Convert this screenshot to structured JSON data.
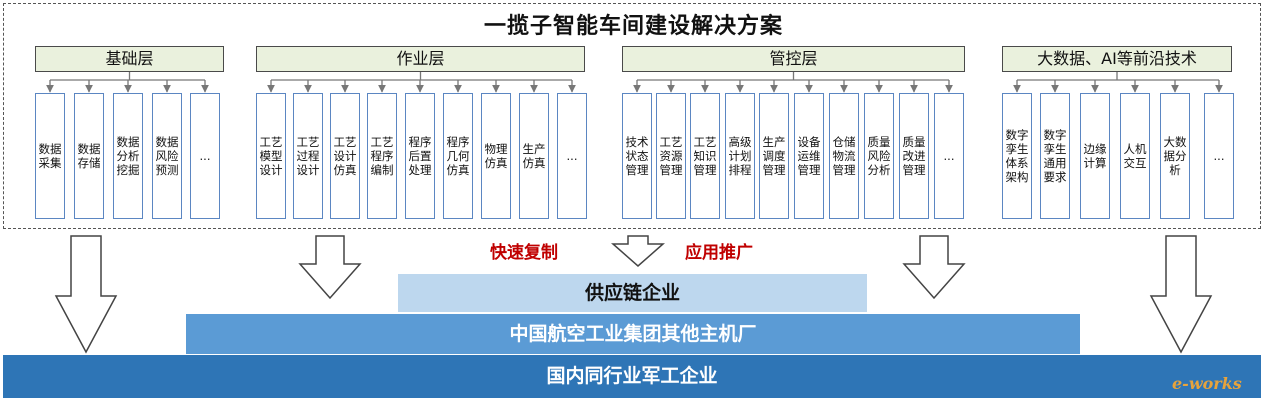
{
  "title": "一揽子智能车间建设解决方案",
  "categories": [
    {
      "name": "基础层",
      "items": [
        "数据采集",
        "数据存储",
        "数据分析挖掘",
        "数据风险预测",
        "..."
      ]
    },
    {
      "name": "作业层",
      "items": [
        "工艺模型设计",
        "工艺过程设计",
        "工艺设计仿真",
        "工艺程序编制",
        "程序后置处理",
        "程序几何仿真",
        "物理仿真",
        "生产仿真",
        "..."
      ]
    },
    {
      "name": "管控层",
      "items": [
        "技术状态管理",
        "工艺资源管理",
        "工艺知识管理",
        "高级计划排程",
        "生产调度管理",
        "设备运维管理",
        "仓储物流管理",
        "质量风险分析",
        "质量改进管理",
        "..."
      ]
    },
    {
      "name": "大数据、AI等前沿技术",
      "items": [
        "数字孪生体系架构",
        "数字孪生通用要求",
        "边缘计算",
        "人机交互",
        "大数据分析",
        "..."
      ]
    }
  ],
  "phrases": {
    "left": "快速复制",
    "right": "应用推广"
  },
  "bands": [
    "供应链企业",
    "中国航空工业集团其他主机厂",
    "国内同行业军工企业"
  ],
  "logo": "e-works",
  "colors": {
    "header_fill": "#eaf1dd",
    "box_border": "#5b86c2",
    "phrase": "#c00000",
    "band1": "#bdd7ee",
    "band2": "#5b9bd5",
    "band3": "#2e75b6"
  }
}
